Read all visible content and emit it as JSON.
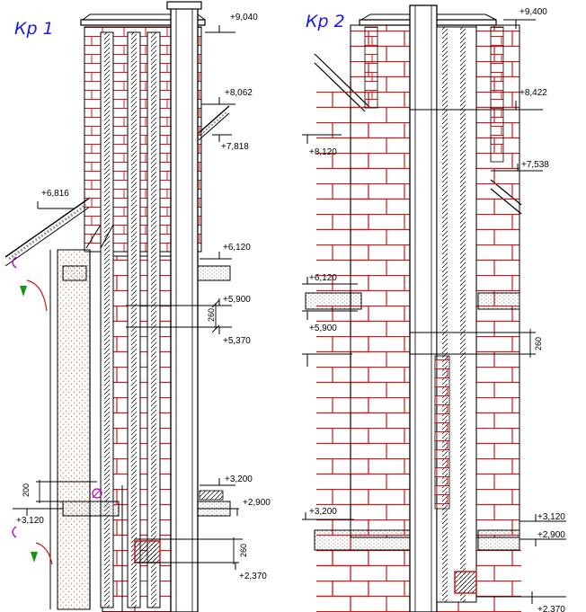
{
  "colors": {
    "brick": "#d01818",
    "line": "#000000",
    "insulation": "#c88050",
    "title": "#1a1ae0",
    "vent": "#149614",
    "purple": "#b000c0",
    "concrete": "#9a9a9a"
  },
  "sections": [
    {
      "title": "Кр 1",
      "levels": [
        "+9,040",
        "+8,062",
        "+7,818",
        "+6,816",
        "+6,120",
        "+5,900",
        "+5,370",
        "+3,200",
        "+2,900",
        "+3,120",
        "+2,370"
      ],
      "dims": [
        "260",
        "200",
        "260"
      ]
    },
    {
      "title": "Кр 2",
      "levels": [
        "+9,400",
        "+8,422",
        "+8,120",
        "+7,538",
        "+6,120",
        "+5,900",
        "+3,200",
        "+3,120",
        "+2,900",
        "+2,370"
      ],
      "dims": [
        "260"
      ]
    }
  ]
}
